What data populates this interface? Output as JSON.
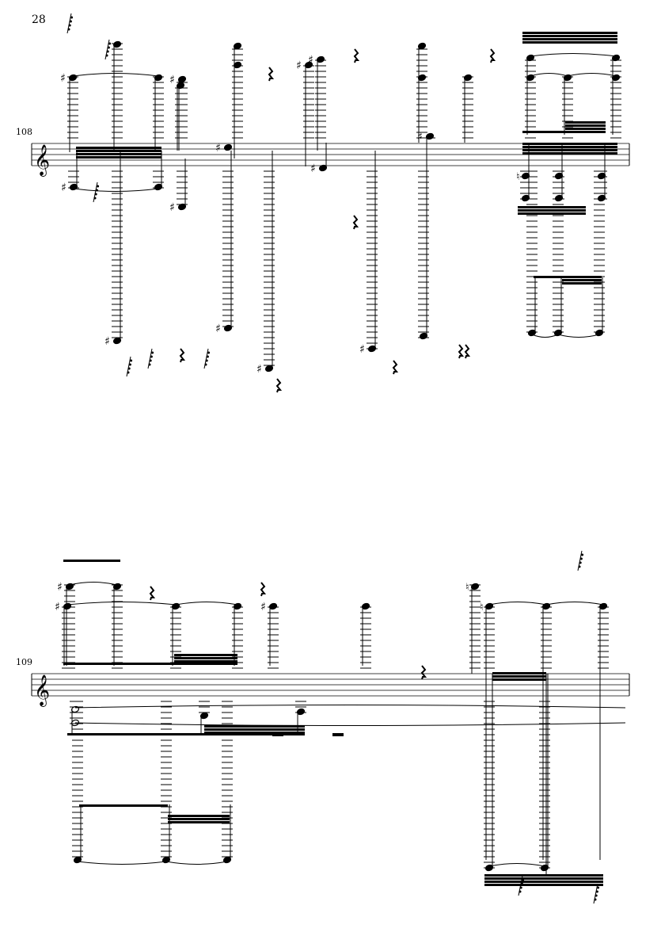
{
  "page_number": "28",
  "systems": [
    {
      "measure_number": "108",
      "clef": "treble"
    },
    {
      "measure_number": "109",
      "clef": "treble"
    }
  ]
}
